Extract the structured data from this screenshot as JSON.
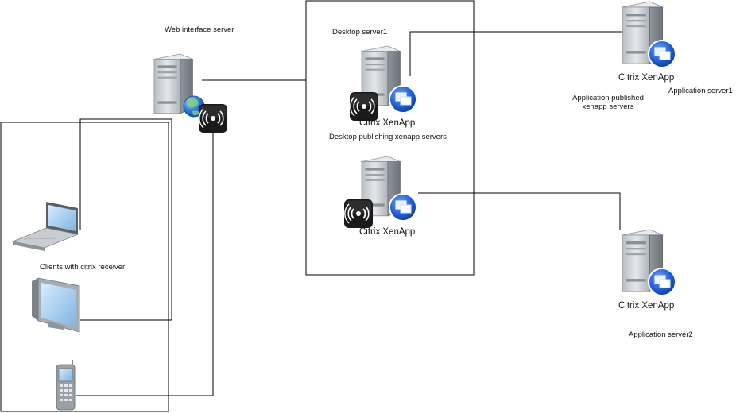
{
  "labels": {
    "web_interface_server": "Web interface server",
    "desktop_server1": "Desktop server1",
    "xenapp_desktop_1": "Citrix XenApp",
    "desktop_publishing": "Desktop publishing xenapp servers",
    "xenapp_desktop_2": "Citrix XenApp",
    "xenapp_app_1": "Citrix XenApp",
    "application_published": "Application published\nxenapp servers",
    "application_server1": "Application server1",
    "xenapp_app_2": "Citrix XenApp",
    "application_server2": "Application server2",
    "clients": "Clients with citrix receiver"
  },
  "icons": [
    "server-icon",
    "globe-icon",
    "citrix-receiver-icon",
    "xenapp-icon",
    "laptop-icon",
    "monitor-icon",
    "mobile-phone-icon"
  ],
  "colors": {
    "connector": "#000000",
    "server_body": "#cfd3d8",
    "xenapp_blue": "#1f5fd6",
    "receiver_dark": "#1a1a1a",
    "globe_blue": "#2f7fe0"
  }
}
